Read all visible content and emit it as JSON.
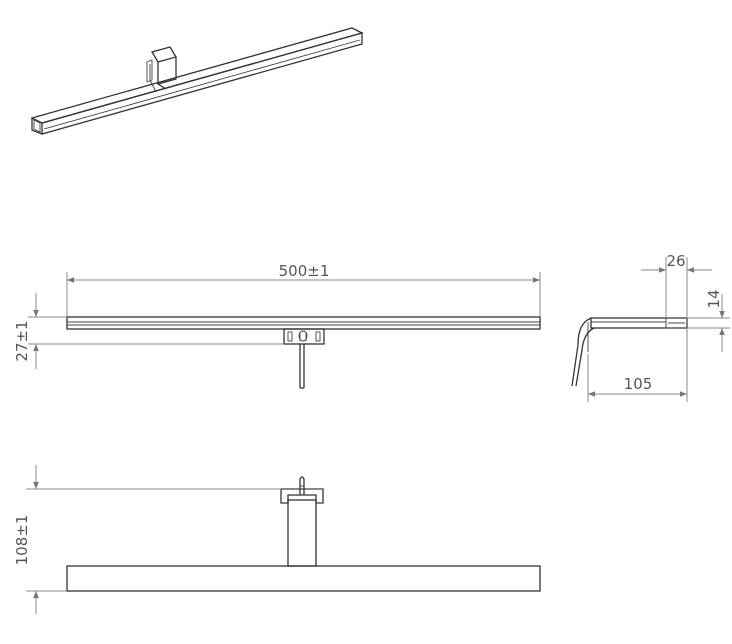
{
  "dimensions": {
    "length": "500±1",
    "bar_height": "27±1",
    "side_depth": "26",
    "side_height": "14",
    "side_reach": "105",
    "total_height": "108±1"
  },
  "colors": {
    "line": "#333333",
    "dimension": "#888888",
    "text": "#555555"
  }
}
